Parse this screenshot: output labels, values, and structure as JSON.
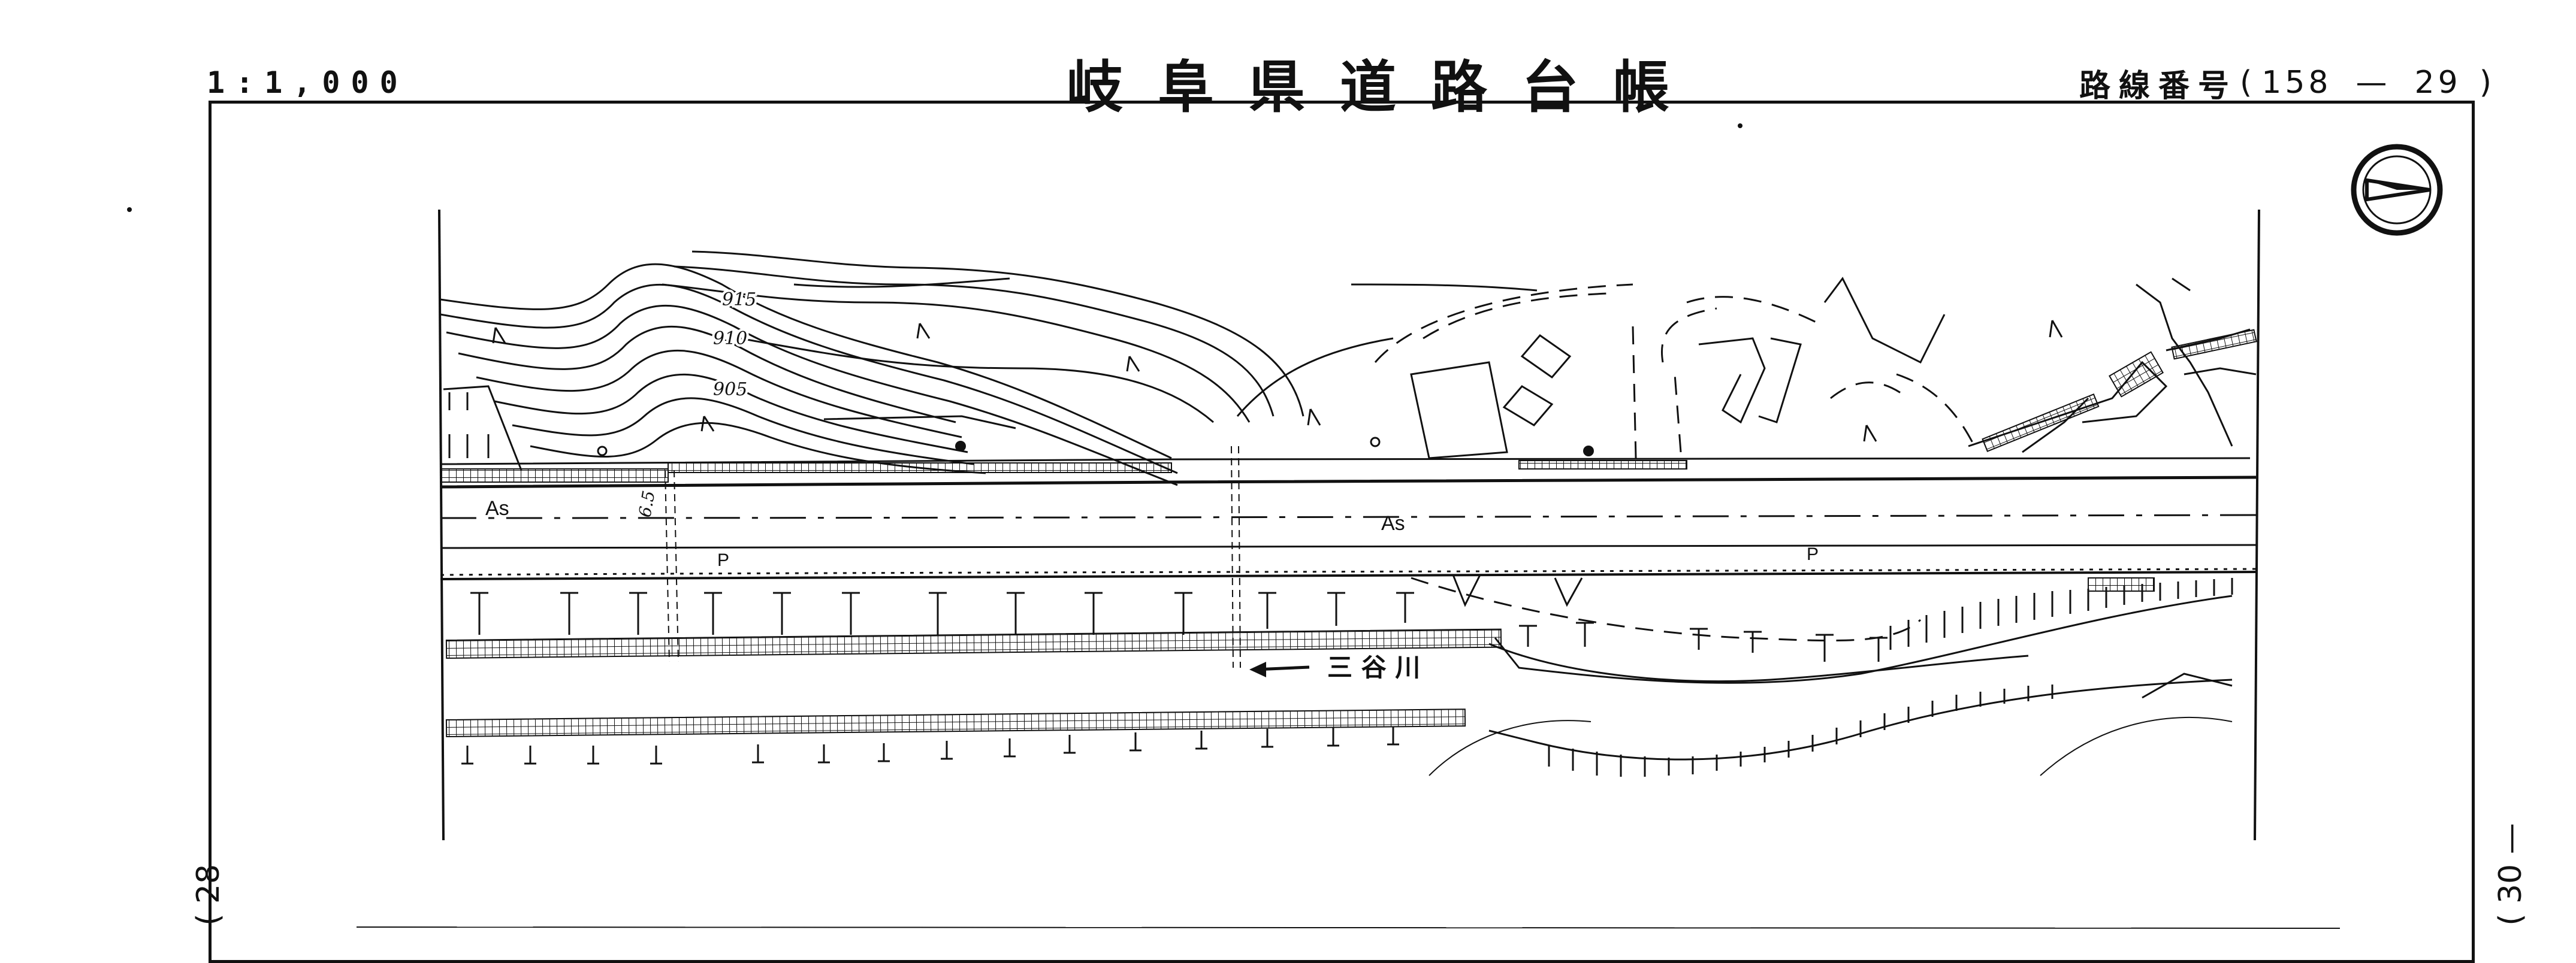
{
  "header": {
    "scale": "1:1,000",
    "title": "岐阜県道路台帳",
    "route_label": "路線番号",
    "route_open": "(",
    "route_number": "158",
    "route_sep": "—",
    "route_sheet": "29",
    "route_close": ")"
  },
  "adjacent": {
    "previous_sheet": "( 28 —",
    "next_sheet": "( 30 —"
  },
  "map": {
    "contour_labels": [
      "915",
      "910",
      "905"
    ],
    "surface_labels": [
      "As",
      "As",
      "P",
      "P"
    ],
    "width_label": "6.5",
    "river_label": "三 谷 川",
    "north_arrow": "north-arrow-icon",
    "line_color": "#111111"
  }
}
